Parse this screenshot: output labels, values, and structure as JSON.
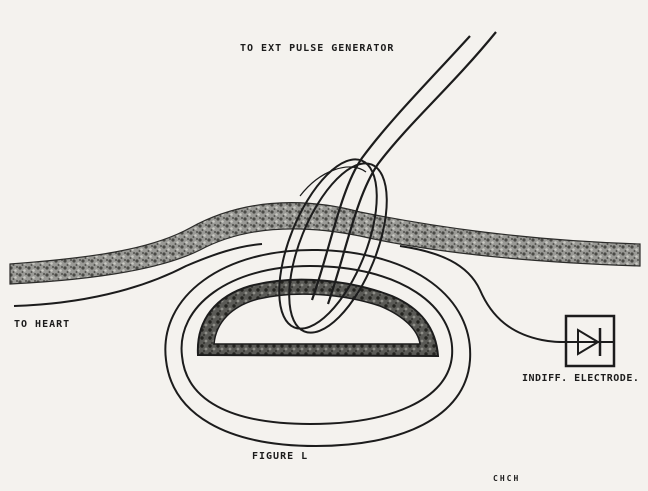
{
  "labels": {
    "pulse_generator": "TO EXT PULSE GENERATOR",
    "heart": "TO HEART",
    "indifferent_electrode": "INDIFF. ELECTRODE.",
    "figure": "FIGURE L",
    "initials": "CHCH"
  },
  "colors": {
    "paper": "#f4f2ee",
    "ink": "#1c1c1c",
    "tissue": "#8a8a86"
  },
  "icons": {
    "diode": "diode-symbol-icon"
  }
}
